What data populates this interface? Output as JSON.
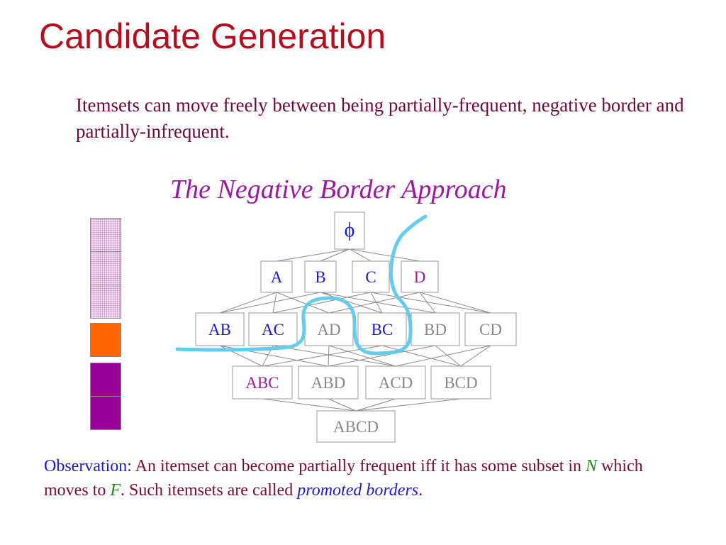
{
  "slide": {
    "title": "Candidate Generation",
    "intro": "Itemsets can move freely between being partially-frequent, negative border and partially-infrequent.",
    "subtitle": "The Negative Border Approach"
  },
  "legend": {
    "colors": {
      "partially_frequent": "#f7dff5",
      "negative_border": "#ff6600",
      "partially_infrequent": "#990099"
    }
  },
  "lattice": {
    "nodes": {
      "empty": {
        "label": "ϕ",
        "color": "#1c1ac8"
      },
      "A": {
        "label": "A",
        "color": "#1c1ac8"
      },
      "B": {
        "label": "B",
        "color": "#1c1ac8"
      },
      "C": {
        "label": "C",
        "color": "#1c1ac8"
      },
      "D": {
        "label": "D",
        "color": "#9b1aa0"
      },
      "AB": {
        "label": "AB",
        "color": "#1c1ac8"
      },
      "AC": {
        "label": "AC",
        "color": "#1c1ac8"
      },
      "AD": {
        "label": "AD",
        "color": "#888888"
      },
      "BC": {
        "label": "BC",
        "color": "#1c1ac8"
      },
      "BD": {
        "label": "BD",
        "color": "#888888"
      },
      "CD": {
        "label": "CD",
        "color": "#888888"
      },
      "ABC": {
        "label": "ABC",
        "color": "#9b1aa0"
      },
      "ABD": {
        "label": "ABD",
        "color": "#888888"
      },
      "ACD": {
        "label": "ACD",
        "color": "#888888"
      },
      "BCD": {
        "label": "BCD",
        "color": "#888888"
      },
      "ABCD": {
        "label": "ABCD",
        "color": "#888888"
      }
    },
    "border_curve_color": "#66ccee"
  },
  "observation": {
    "prefix": "Observation:",
    "text1": " An itemset can become partially frequent iff it has some subset in ",
    "n": "N",
    "text2": " which moves to ",
    "f": "F",
    "text3": ". Such itemsets are called ",
    "term": "promoted borders",
    "end": "."
  }
}
